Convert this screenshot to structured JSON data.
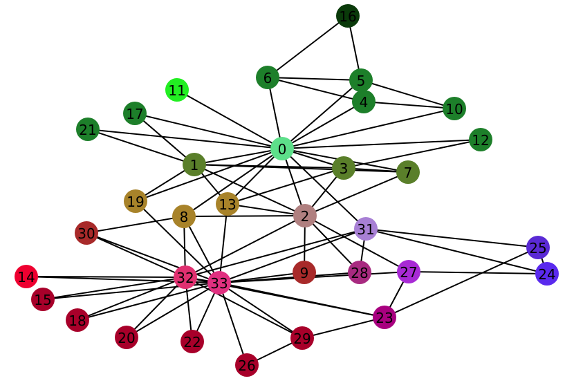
{
  "chart_data": {
    "type": "network",
    "nodes": [
      {
        "id": "0",
        "label": "0",
        "color": "#5ddf8a"
      },
      {
        "id": "1",
        "label": "1",
        "color": "#5a7f2a"
      },
      {
        "id": "2",
        "label": "2",
        "color": "#b08080"
      },
      {
        "id": "3",
        "label": "3",
        "color": "#5a7f2a"
      },
      {
        "id": "4",
        "label": "4",
        "color": "#1d7f2a"
      },
      {
        "id": "5",
        "label": "5",
        "color": "#1d7f2a"
      },
      {
        "id": "6",
        "label": "6",
        "color": "#1d7f2a"
      },
      {
        "id": "7",
        "label": "7",
        "color": "#5a7f2a"
      },
      {
        "id": "8",
        "label": "8",
        "color": "#a8832a"
      },
      {
        "id": "9",
        "label": "9",
        "color": "#a82a2a"
      },
      {
        "id": "10",
        "label": "10",
        "color": "#1d7f2a"
      },
      {
        "id": "11",
        "label": "11",
        "color": "#22ee22"
      },
      {
        "id": "12",
        "label": "12",
        "color": "#1d7f2a"
      },
      {
        "id": "13",
        "label": "13",
        "color": "#a8832a"
      },
      {
        "id": "14",
        "label": "14",
        "color": "#ee0030"
      },
      {
        "id": "15",
        "label": "15",
        "color": "#a8002a"
      },
      {
        "id": "16",
        "label": "16",
        "color": "#0a3a0a"
      },
      {
        "id": "17",
        "label": "17",
        "color": "#1d7f2a"
      },
      {
        "id": "18",
        "label": "18",
        "color": "#a8002a"
      },
      {
        "id": "19",
        "label": "19",
        "color": "#a8832a"
      },
      {
        "id": "20",
        "label": "20",
        "color": "#a8002a"
      },
      {
        "id": "21",
        "label": "21",
        "color": "#1d7f2a"
      },
      {
        "id": "22",
        "label": "22",
        "color": "#a8002a"
      },
      {
        "id": "23",
        "label": "23",
        "color": "#a8007f"
      },
      {
        "id": "24",
        "label": "24",
        "color": "#5a2aee"
      },
      {
        "id": "25",
        "label": "25",
        "color": "#5a2ad5"
      },
      {
        "id": "26",
        "label": "26",
        "color": "#a8002a"
      },
      {
        "id": "27",
        "label": "27",
        "color": "#a82ad5"
      },
      {
        "id": "28",
        "label": "28",
        "color": "#a82a80"
      },
      {
        "id": "29",
        "label": "29",
        "color": "#a8002a"
      },
      {
        "id": "30",
        "label": "30",
        "color": "#a82a2a"
      },
      {
        "id": "31",
        "label": "31",
        "color": "#a880d5"
      },
      {
        "id": "32",
        "label": "32",
        "color": "#e03070"
      },
      {
        "id": "33",
        "label": "33",
        "color": "#e03080"
      }
    ],
    "edges": [
      [
        "0",
        "1"
      ],
      [
        "0",
        "2"
      ],
      [
        "0",
        "3"
      ],
      [
        "0",
        "4"
      ],
      [
        "0",
        "5"
      ],
      [
        "0",
        "6"
      ],
      [
        "0",
        "7"
      ],
      [
        "0",
        "8"
      ],
      [
        "0",
        "10"
      ],
      [
        "0",
        "11"
      ],
      [
        "0",
        "12"
      ],
      [
        "0",
        "13"
      ],
      [
        "0",
        "17"
      ],
      [
        "0",
        "19"
      ],
      [
        "0",
        "21"
      ],
      [
        "0",
        "31"
      ],
      [
        "1",
        "2"
      ],
      [
        "1",
        "3"
      ],
      [
        "1",
        "7"
      ],
      [
        "1",
        "13"
      ],
      [
        "1",
        "17"
      ],
      [
        "1",
        "19"
      ],
      [
        "1",
        "21"
      ],
      [
        "2",
        "3"
      ],
      [
        "2",
        "7"
      ],
      [
        "2",
        "8"
      ],
      [
        "2",
        "9"
      ],
      [
        "2",
        "13"
      ],
      [
        "2",
        "27"
      ],
      [
        "2",
        "28"
      ],
      [
        "2",
        "32"
      ],
      [
        "3",
        "7"
      ],
      [
        "3",
        "12"
      ],
      [
        "3",
        "13"
      ],
      [
        "4",
        "6"
      ],
      [
        "4",
        "10"
      ],
      [
        "5",
        "6"
      ],
      [
        "5",
        "10"
      ],
      [
        "5",
        "16"
      ],
      [
        "6",
        "16"
      ],
      [
        "8",
        "30"
      ],
      [
        "8",
        "32"
      ],
      [
        "8",
        "33"
      ],
      [
        "9",
        "33"
      ],
      [
        "13",
        "33"
      ],
      [
        "14",
        "32"
      ],
      [
        "14",
        "33"
      ],
      [
        "15",
        "32"
      ],
      [
        "15",
        "33"
      ],
      [
        "18",
        "32"
      ],
      [
        "18",
        "33"
      ],
      [
        "19",
        "33"
      ],
      [
        "20",
        "32"
      ],
      [
        "20",
        "33"
      ],
      [
        "22",
        "32"
      ],
      [
        "22",
        "33"
      ],
      [
        "23",
        "25"
      ],
      [
        "23",
        "27"
      ],
      [
        "23",
        "29"
      ],
      [
        "23",
        "32"
      ],
      [
        "23",
        "33"
      ],
      [
        "24",
        "25"
      ],
      [
        "24",
        "27"
      ],
      [
        "24",
        "31"
      ],
      [
        "25",
        "31"
      ],
      [
        "26",
        "29"
      ],
      [
        "26",
        "33"
      ],
      [
        "27",
        "33"
      ],
      [
        "28",
        "31"
      ],
      [
        "28",
        "33"
      ],
      [
        "29",
        "32"
      ],
      [
        "29",
        "33"
      ],
      [
        "30",
        "32"
      ],
      [
        "30",
        "33"
      ],
      [
        "31",
        "32"
      ],
      [
        "31",
        "33"
      ],
      [
        "32",
        "33"
      ]
    ]
  }
}
